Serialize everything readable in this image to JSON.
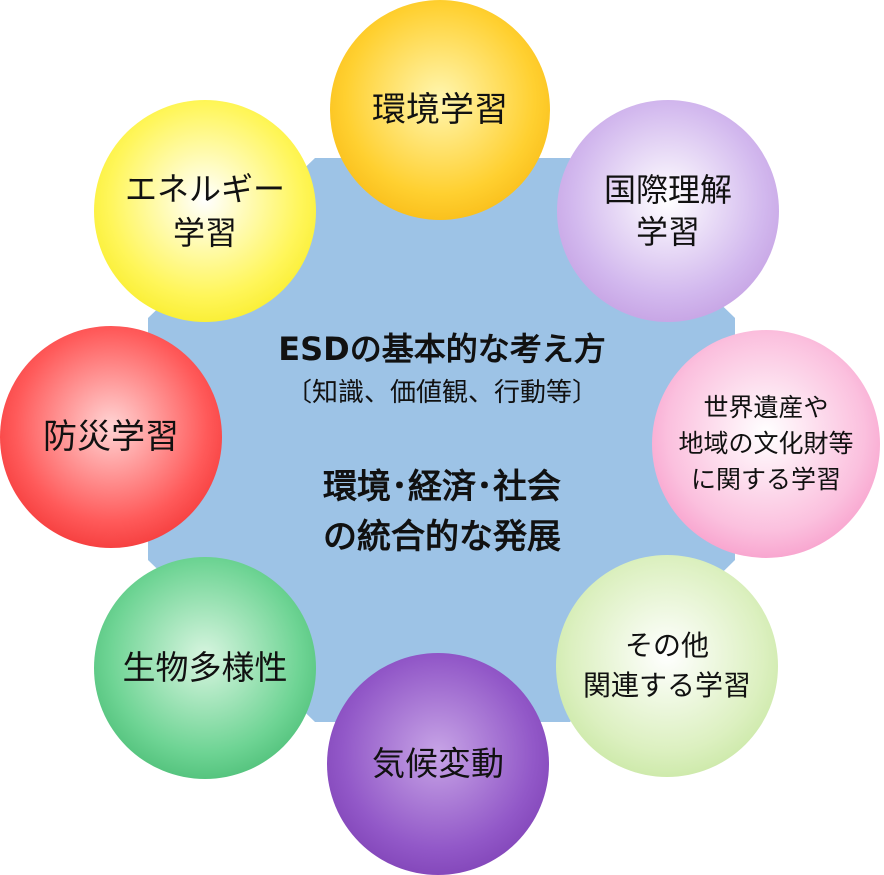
{
  "center": {
    "title": "ESDの基本的な考え方",
    "subtitle": "〔知識、価値観、行動等〕",
    "main_line1": "環境･経済･社会",
    "main_line2": "の統合的な発展",
    "color": "#9dc3e6"
  },
  "topics": [
    {
      "id": "env",
      "lines": [
        "環境学習"
      ],
      "color_light": "#fff6b0",
      "color": "#ffd030",
      "color_dark": "#f2a800"
    },
    {
      "id": "intl",
      "lines": [
        "国際理解",
        "学習"
      ],
      "color_light": "#ffffff",
      "color": "#d2b8ee",
      "color_dark": "#b88ad8"
    },
    {
      "id": "heritage",
      "lines": [
        "世界遺産や",
        "地域の文化財等",
        "に関する学習"
      ],
      "color_light": "#ffffff",
      "color": "#fbc0de",
      "color_dark": "#f47cb8"
    },
    {
      "id": "other",
      "lines": [
        "その他",
        "関連する学習"
      ],
      "color_light": "#ffffff",
      "color": "#dcf0c0",
      "color_dark": "#b8e08a"
    },
    {
      "id": "climate",
      "lines": [
        "気候変動"
      ],
      "color_light": "#c7a4e6",
      "color": "#9258c8",
      "color_dark": "#6f2fa6"
    },
    {
      "id": "bio",
      "lines": [
        "生物多様性"
      ],
      "color_light": "#d8f5e0",
      "color": "#6ed494",
      "color_dark": "#2eaa5c"
    },
    {
      "id": "disaster",
      "lines": [
        "防災学習"
      ],
      "color_light": "#ffd4d4",
      "color": "#ff5a5a",
      "color_dark": "#e81818"
    },
    {
      "id": "energy",
      "lines": [
        "エネルギー",
        "学習"
      ],
      "color_light": "#ffffff",
      "color": "#fff65a",
      "color_dark": "#f2e400"
    }
  ]
}
